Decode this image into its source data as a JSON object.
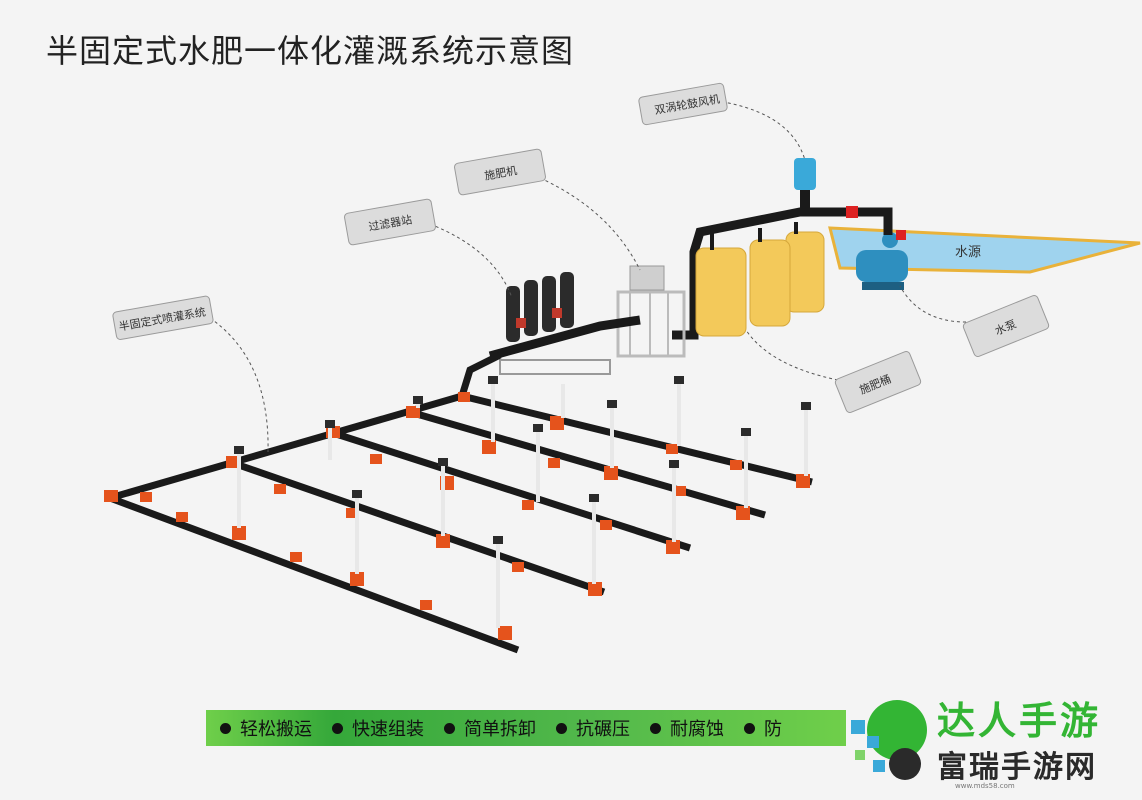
{
  "title": "半固定式水肥一体化灌溉系统示意图",
  "callouts": {
    "blower": "双涡轮鼓风机",
    "fertilizer_machine": "施肥机",
    "filter_station": "过滤器站",
    "sprinkler_system": "半固定式喷灌系统",
    "pump": "水泵",
    "fertilizer_tank": "施肥桶",
    "water_source": "水源"
  },
  "features": [
    "轻松搬运",
    "快速组装",
    "简单拆卸",
    "抗碾压",
    "耐腐蚀",
    "防"
  ],
  "watermark": {
    "logo_top": "达人手游",
    "logo_bottom": "富瑞手游网",
    "url": "www.mds58.com"
  },
  "colors": {
    "pipe": "#1a1a1a",
    "fitting": "#e5531c",
    "tank": "#f3c95a",
    "water": "#9fd3ee",
    "pump": "#2e8fbf",
    "feature_bar": "#35a83a"
  }
}
